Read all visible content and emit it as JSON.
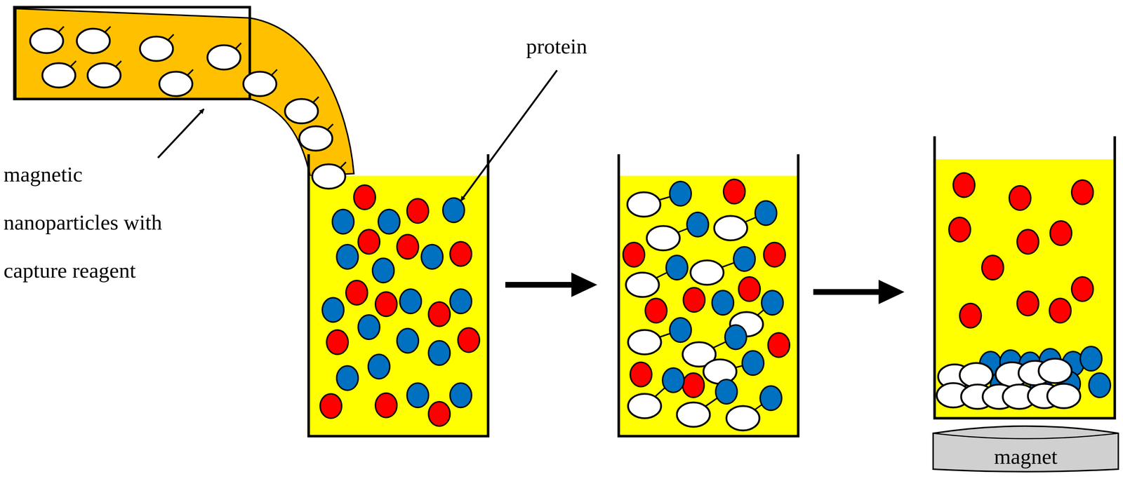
{
  "diagram": {
    "nodes": [
      {
        "text": [
          "magnet"
        ]
      }
    ],
    "labels": [
      "magnetic nanoparticles with capture reagent",
      "protein"
    ]
  }
}
